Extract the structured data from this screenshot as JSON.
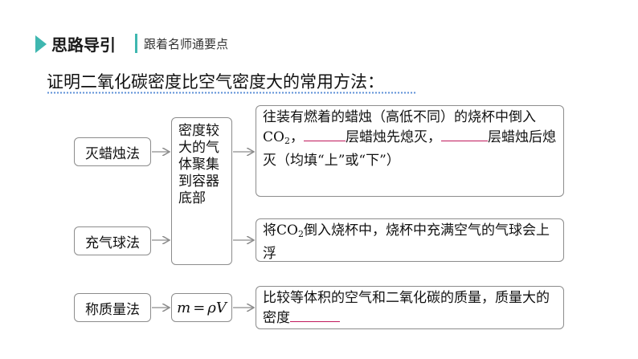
{
  "header": {
    "title": "思路导引",
    "subtitle": "跟着名师通要点"
  },
  "question": "证明二氧化碳密度比空气密度大的常用方法：",
  "methods": {
    "candle": "灭蜡烛法",
    "balloon": "充气球法",
    "weigh": "称质量法"
  },
  "reason": {
    "line1": "密度较",
    "line2": "大的气",
    "line3": "体聚集",
    "line4": "到容器",
    "line5": "底部"
  },
  "formula": {
    "m": "m",
    "eq": "=",
    "rho": "ρ",
    "v": "V"
  },
  "candle_text": {
    "part1": "往装有燃着的蜡烛（高低不同）的烧杯中倒入CO",
    "sub": "2",
    "part2": "，",
    "part3": "层蜡烛先熄灭，",
    "part4": "层蜡烛后熄灭（均填“上”或“下”）"
  },
  "balloon_text": {
    "part1": "将CO",
    "sub": "2",
    "part2": "倒入烧杯中，烧杯中充满空气的气球会上浮"
  },
  "weigh_text": {
    "part1": "比较等体积的空气和二氧化碳的质量，质量大的密度"
  }
}
